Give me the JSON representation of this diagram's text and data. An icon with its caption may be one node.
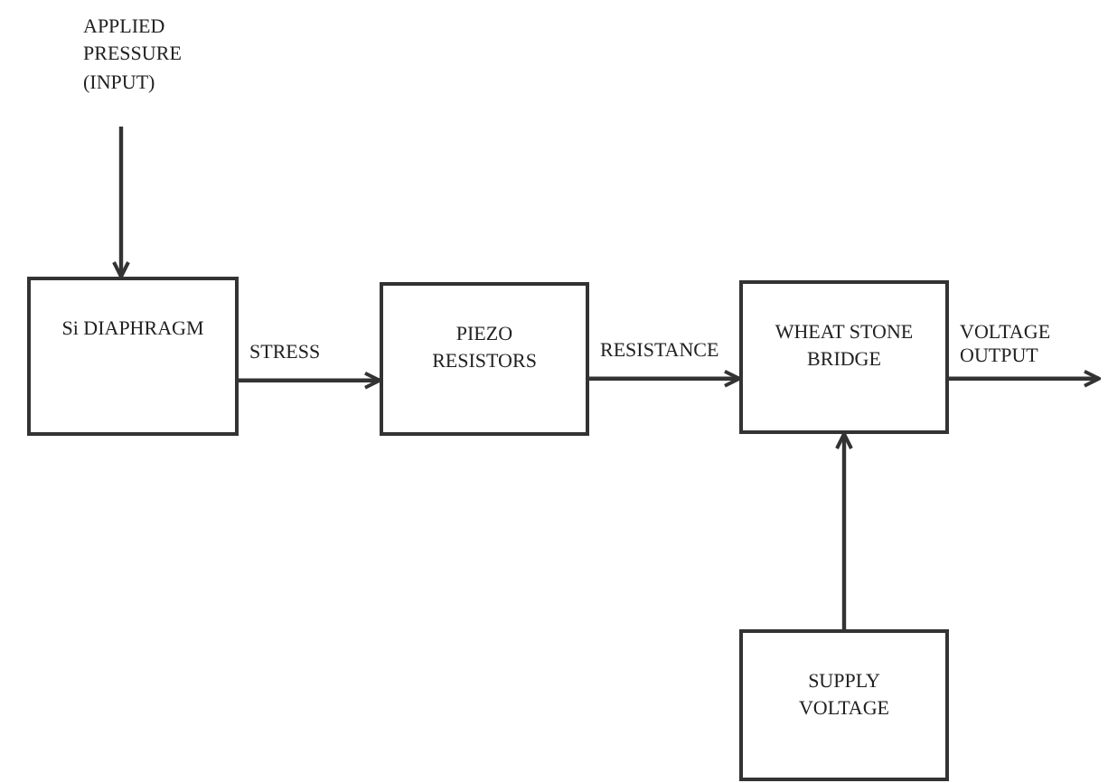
{
  "diagram": {
    "nodes": [
      {
        "text": [
          "APPLIED PRESSURE (INPUT)"
        ]
      },
      {
        "text": [
          "Si DIAPHRAGM"
        ]
      },
      {
        "text": [
          "PIEZO RESISTORS"
        ]
      },
      {
        "text": [
          "WHEAT STONE BRIDGE"
        ]
      },
      {
        "text": [
          "SUPPLY VOLTAGE"
        ]
      }
    ],
    "edges": [
      {
        "from": 0,
        "to": 1,
        "arrow": "to"
      },
      {
        "from": 1,
        "to": 2,
        "arrow": "to",
        "label": "STRESS"
      },
      {
        "from": 2,
        "to": 3,
        "arrow": "to",
        "label": "RESISTANCE"
      },
      {
        "from": 3,
        "to": null,
        "arrow": "to",
        "label": "VOLTAGE OUTPUT"
      },
      {
        "from": 4,
        "to": 3,
        "arrow": "to"
      }
    ]
  }
}
